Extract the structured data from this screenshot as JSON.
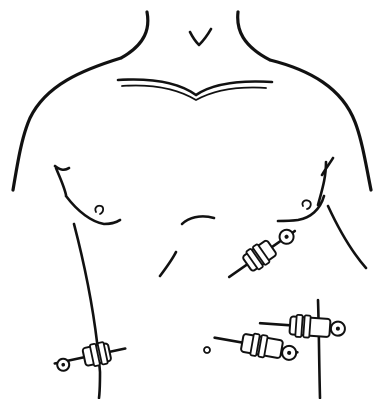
{
  "figure": {
    "subject": "torso",
    "view": "anterior",
    "ports": [
      {
        "id": "port-upper-right"
      },
      {
        "id": "port-lower-left"
      },
      {
        "id": "port-lower-middle"
      },
      {
        "id": "port-lower-right"
      }
    ],
    "colors": {
      "ink": "#111111",
      "background": "#ffffff"
    }
  }
}
